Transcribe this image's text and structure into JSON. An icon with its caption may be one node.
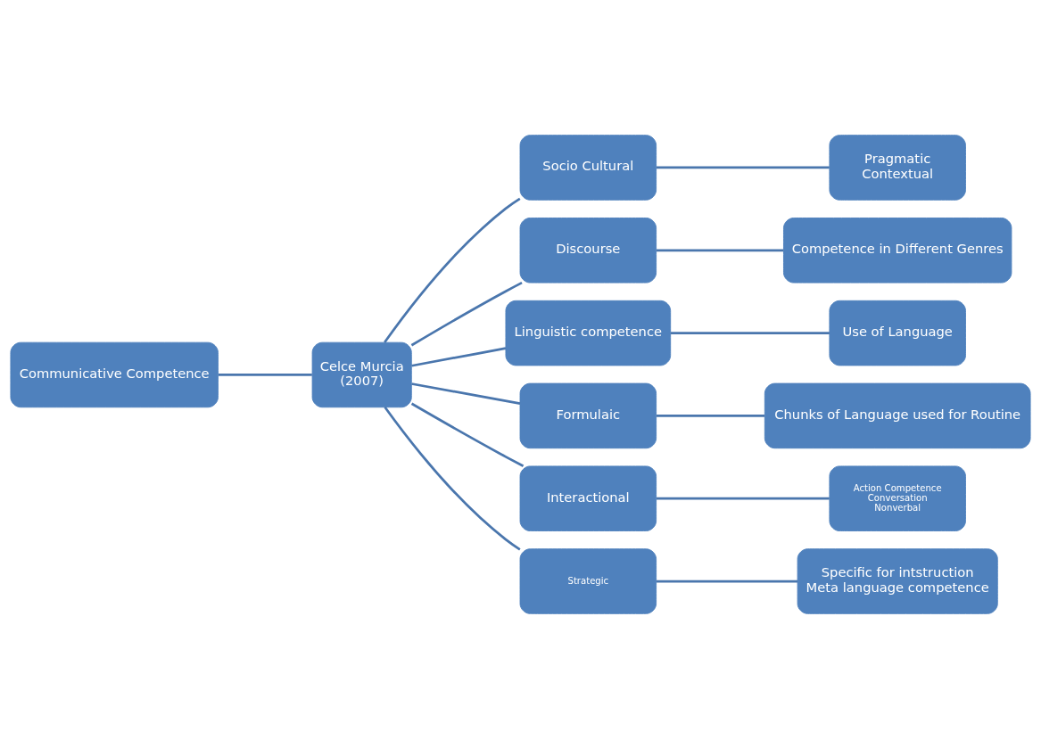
{
  "diagram": {
    "nodes": [
      {
        "text": [
          "Communicative Competence"
        ]
      },
      {
        "text": [
          "Celce Murcia",
          "(2007)"
        ]
      },
      {
        "text": [
          "Socio Cultural"
        ]
      },
      {
        "text": [
          "Pragmatic",
          "Contextual"
        ]
      },
      {
        "text": [
          "Discourse"
        ]
      },
      {
        "text": [
          "Competence in Different Genres"
        ]
      },
      {
        "text": [
          "Linguistic competence"
        ]
      },
      {
        "text": [
          "Use of Language"
        ]
      },
      {
        "text": [
          "Formulaic"
        ]
      },
      {
        "text": [
          "Chunks of Language used for Routine"
        ]
      },
      {
        "text": [
          "Interactional"
        ]
      },
      {
        "text": [
          "Action Competence",
          "Conversation",
          "Nonverbal"
        ]
      },
      {
        "text": [
          "Strategic"
        ]
      },
      {
        "text": [
          "Specific for intstruction",
          "Meta language competence"
        ]
      }
    ],
    "edges": [
      {
        "from": 0,
        "to": 1,
        "arrow": "none"
      },
      {
        "from": 1,
        "to": 2,
        "arrow": "none"
      },
      {
        "from": 1,
        "to": 4,
        "arrow": "none"
      },
      {
        "from": 1,
        "to": 6,
        "arrow": "none"
      },
      {
        "from": 1,
        "to": 8,
        "arrow": "none"
      },
      {
        "from": 1,
        "to": 10,
        "arrow": "none"
      },
      {
        "from": 1,
        "to": 12,
        "arrow": "none"
      },
      {
        "from": 2,
        "to": 3,
        "arrow": "none"
      },
      {
        "from": 4,
        "to": 5,
        "arrow": "none"
      },
      {
        "from": 6,
        "to": 7,
        "arrow": "none"
      },
      {
        "from": 8,
        "to": 9,
        "arrow": "none"
      },
      {
        "from": 10,
        "to": 11,
        "arrow": "none"
      },
      {
        "from": 12,
        "to": 13,
        "arrow": "none"
      }
    ]
  }
}
